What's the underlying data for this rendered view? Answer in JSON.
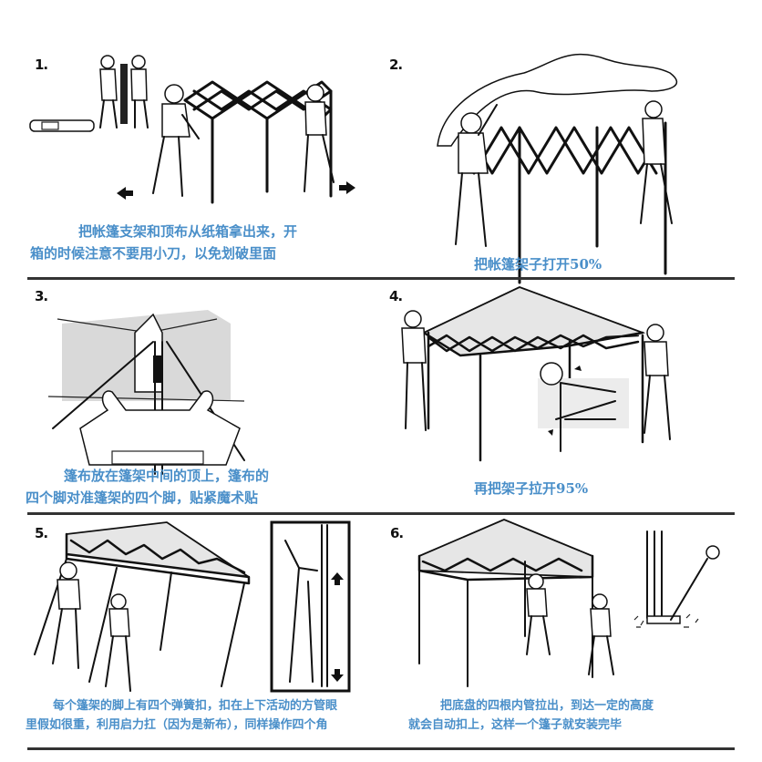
{
  "document": {
    "title": "帐篷安装步骤",
    "steps": [
      {
        "number": "1.",
        "caption_lines": [
          "把帐篷支架和顶布从纸箱拿出来，开",
          "箱的时候注意不要用小刀，以免划破里面"
        ],
        "illustration": "two people pulling folded scissor frame apart"
      },
      {
        "number": "2.",
        "caption_lines": [
          "把帐篷架子打开50%"
        ],
        "illustration": "two people draping canopy cover over half-open frame"
      },
      {
        "number": "3.",
        "caption_lines": [
          "篷布放在篷架中间的顶上，篷布的",
          "四个脚对准篷架的四个脚，贴紧魔术贴"
        ],
        "illustration": "person fastening canopy corner with hook-and-loop strap"
      },
      {
        "number": "4.",
        "caption_lines": [
          "再把架子拉开95%"
        ],
        "illustration": "two people extending frame with inset of corner latch"
      },
      {
        "number": "5.",
        "caption_lines": [
          "每个篷架的脚上有四个弹簧扣，扣在上下活动的方管眼",
          "里假如很重，利用启力扛（因为是新布），同样操作四个角"
        ],
        "illustration": "people raising legs; inset of pushing slider up"
      },
      {
        "number": "6.",
        "caption_lines": [
          "把底盘的四根内管拉出，到达一定的高度",
          "就会自动扣上，这样一个篷子就安装完毕"
        ],
        "illustration": "finished canopy; inset of stake through foot plate"
      }
    ]
  },
  "colors": {
    "caption_text": "#4a8fc9",
    "line_art": "#111111",
    "divider": "#333333"
  }
}
